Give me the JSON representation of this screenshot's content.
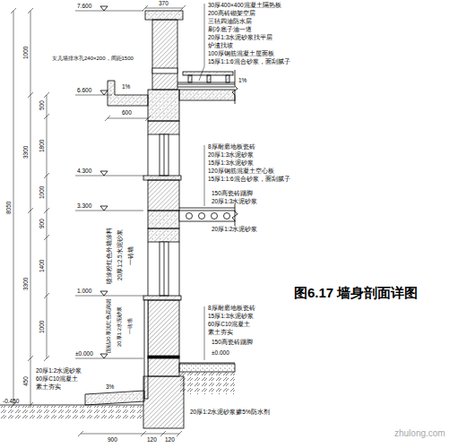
{
  "diagram": {
    "caption": "图6.17 墙身剖面详图",
    "labels": [
      "370",
      "7.600",
      "女儿墙排水孔240×200，间距1500",
      "1%",
      "6.600",
      "1%",
      "600",
      "4.300",
      "3.300",
      "1.000",
      "±0.000",
      "-0.450",
      "8050",
      "1000",
      "3300",
      "3300",
      "450",
      "500",
      "1800",
      "1000",
      "900",
      "1400",
      "1000",
      "30厚400×400混凝土隔热板",
      "200高砖砌架空层",
      "三毡四油防水层",
      "刷冷底子油一道",
      "20厚1:3水泥砂浆找平层",
      "炉渣找坡",
      "100厚钢筋混凝土屋面板",
      "15厚1:1:6混合砂浆，面刮腻子",
      "8厚耐磨地板瓷砖",
      "20厚1:3水泥砂浆",
      "15厚1:3水泥砂浆",
      "120厚钢筋混凝土空心板",
      "15厚1:1:6混合砂浆，面刮腻子",
      "150高瓷砖踢脚",
      "20厚1:3水泥砂浆",
      "20厚1:2水泥砂浆",
      "喷涂粉红色外墙涂料",
      "20厚1:2.5水泥砂浆",
      "一砖墙",
      "面贴20厚浅红色花岗岩",
      "20厚1:2水泥砂浆",
      "一砖墙",
      "8厚耐磨地板瓷砖",
      "15厚1:3水泥砂浆",
      "60厚C10混凝土",
      "素土夯实",
      "150高瓷砖踢脚",
      "±0.000",
      "20厚1:2水泥砂浆",
      "60厚C10混凝土",
      "素土夯实",
      "3%",
      "20厚1:2水泥砂浆掺5%防水剂",
      "900",
      "120",
      "120",
      "zhulong.com"
    ]
  }
}
